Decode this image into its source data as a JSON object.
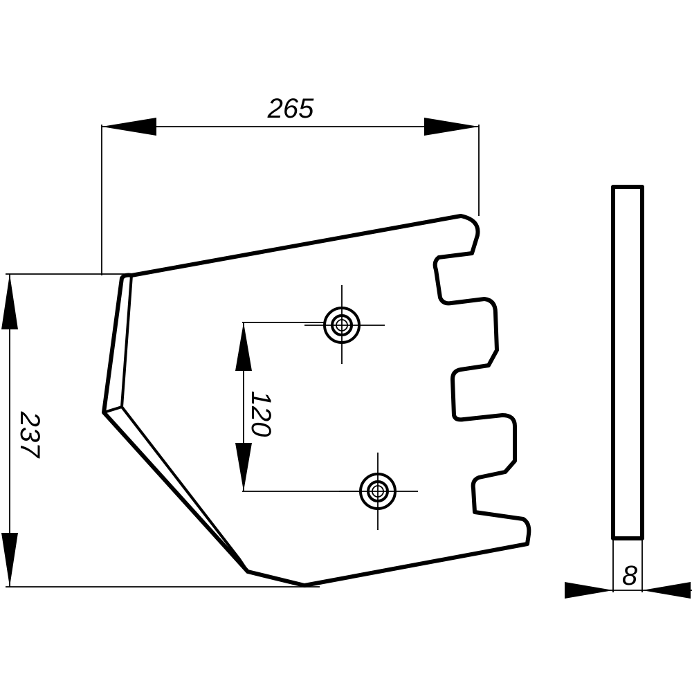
{
  "dimensions": {
    "width": "265",
    "height": "237",
    "hole_spacing": "120",
    "thickness": "8"
  }
}
